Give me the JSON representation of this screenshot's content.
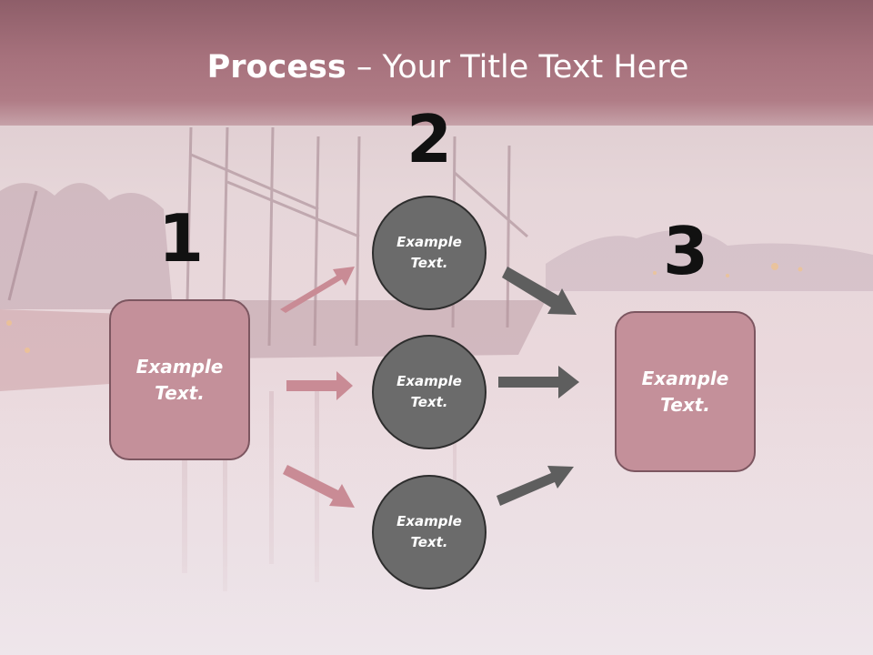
{
  "title": {
    "bold": "Process",
    "rest": " – Your Title Text Here"
  },
  "steps": [
    {
      "number": "1",
      "label": "Example\nText."
    },
    {
      "number": "2"
    },
    {
      "number": "3",
      "label": "Example\nText."
    }
  ],
  "circles": [
    {
      "label": "Example\nText."
    },
    {
      "label": "Example\nText."
    },
    {
      "label": "Example\nText."
    }
  ],
  "colors": {
    "title_band": "#a6717c",
    "box_fill": "#c4909a",
    "box_border": "#7c5660",
    "circle_fill": "#6b6b6b",
    "circle_border": "#2d2d2d",
    "pink_arrow": "#c98b95",
    "dark_arrow": "#5e5e5e"
  }
}
